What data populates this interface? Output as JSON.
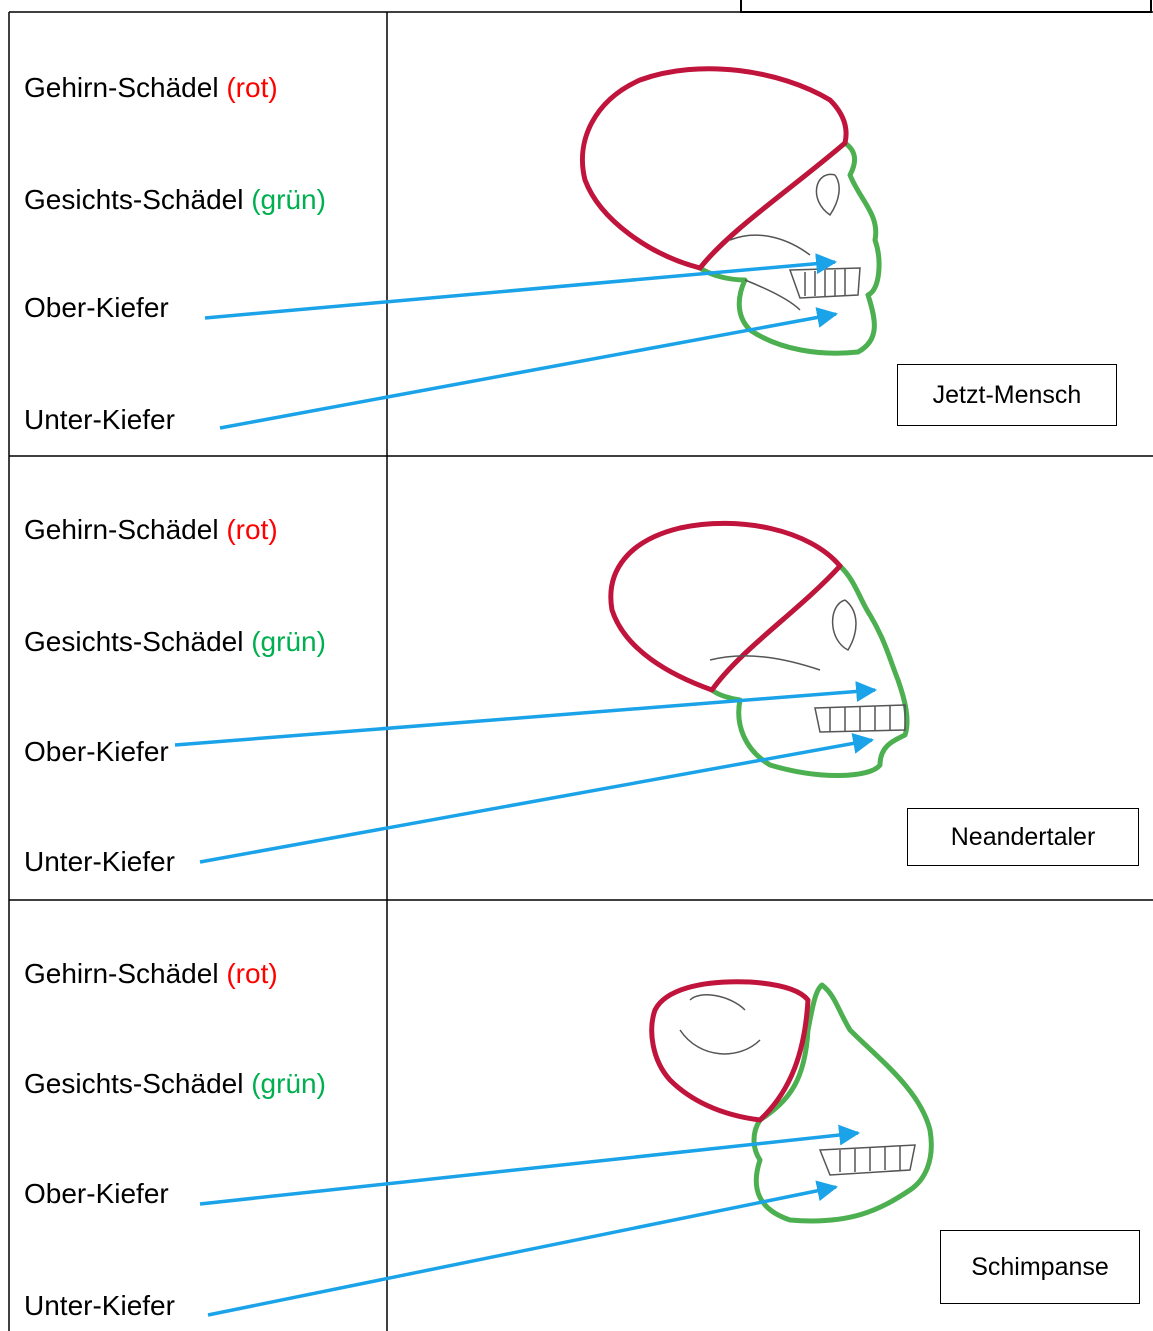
{
  "rows": [
    {
      "labels": {
        "brain_skull": "Gehirn-Schädel",
        "brain_color": "(rot)",
        "face_skull": "Gesichts-Schädel",
        "face_color": "(grün)",
        "upper_jaw": "Ober-Kiefer",
        "lower_jaw": "Unter-Kiefer"
      },
      "species": "Jetzt-Mensch"
    },
    {
      "labels": {
        "brain_skull": "Gehirn-Schädel",
        "brain_color": "(rot)",
        "face_skull": "Gesichts-Schädel",
        "face_color": "(grün)",
        "upper_jaw": "Ober-Kiefer",
        "lower_jaw": "Unter-Kiefer"
      },
      "species": "Neandertaler"
    },
    {
      "labels": {
        "brain_skull": "Gehirn-Schädel",
        "brain_color": "(rot)",
        "face_skull": "Gesichts-Schädel",
        "face_color": "(grün)",
        "upper_jaw": "Ober-Kiefer",
        "lower_jaw": "Unter-Kiefer"
      },
      "species": "Schimpanse"
    }
  ],
  "colors": {
    "brain_outline": "#c0143c",
    "face_outline": "#4caf50",
    "arrow": "#1aa3e8",
    "red_text": "#ff0000",
    "green_text": "#00b050"
  }
}
